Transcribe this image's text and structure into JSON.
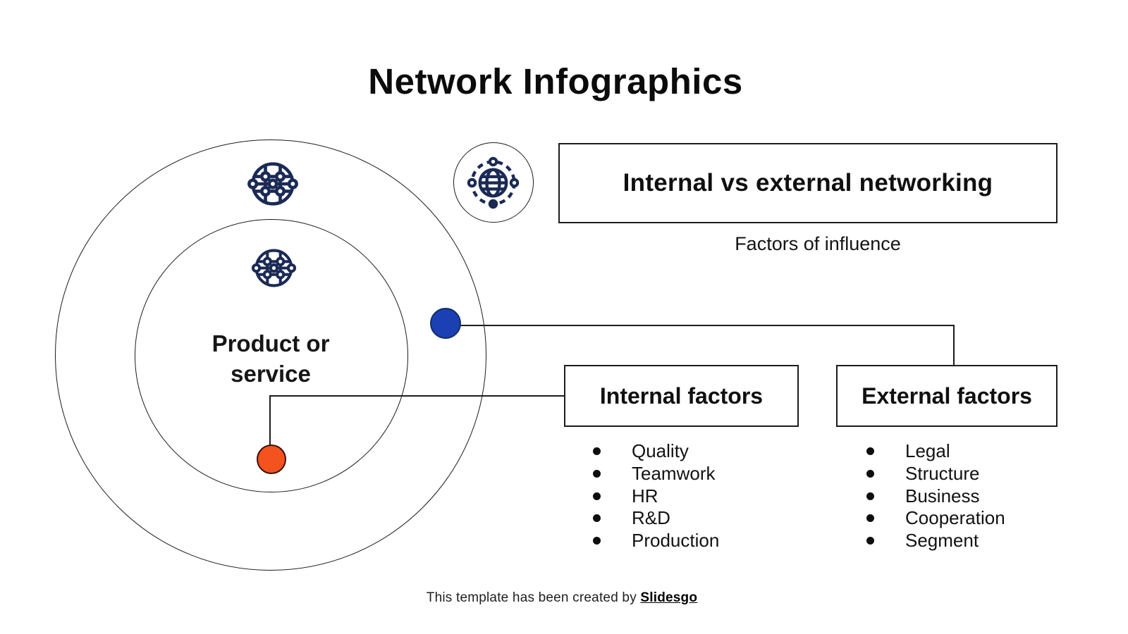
{
  "slide": {
    "title": "Network Infographics",
    "header_box_label": "Internal vs external networking",
    "subtitle": "Factors of influence",
    "product_label": {
      "line1": "Product or",
      "line2": "service"
    },
    "internal_factors": {
      "label": "Internal factors",
      "items": [
        "Quality",
        "Teamwork",
        "HR",
        "R&D",
        "Production"
      ]
    },
    "external_factors": {
      "label": "External factors",
      "items": [
        "Legal",
        "Structure",
        "Business",
        "Cooperation",
        "Segment"
      ]
    },
    "footer": {
      "text": "This template has been created by ",
      "brand": "Slidesgo"
    }
  },
  "icons": {
    "outer_globe": "network-globe-icon",
    "inner_globe": "network-globe-icon",
    "hub_globe": "orbit-globe-icon"
  },
  "colors": {
    "ink": "#111111",
    "line": "#1c1c1c",
    "navy": "#1b2a55",
    "blue": "#1b40b4",
    "blue-edge": "#122c66",
    "orange": "#f4521e",
    "orange-edge": "#3a1205",
    "bg": "#ffffff"
  }
}
